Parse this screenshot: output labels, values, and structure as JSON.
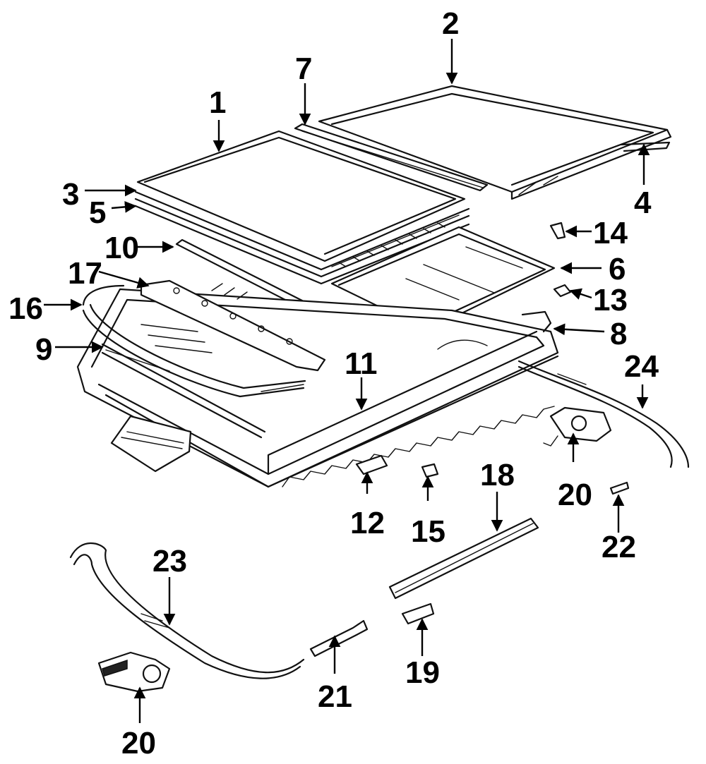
{
  "callouts": {
    "c1": "1",
    "c2": "2",
    "c3": "3",
    "c4": "4",
    "c5": "5",
    "c6": "6",
    "c7": "7",
    "c8": "8",
    "c9": "9",
    "c10": "10",
    "c11": "11",
    "c12": "12",
    "c13": "13",
    "c14": "14",
    "c15": "15",
    "c16": "16",
    "c17": "17",
    "c18": "18",
    "c19": "19",
    "c20a": "20",
    "c20b": "20",
    "c21": "21",
    "c22": "22",
    "c23": "23",
    "c24": "24"
  },
  "colors": {
    "line": "#111111",
    "background": "#ffffff"
  }
}
